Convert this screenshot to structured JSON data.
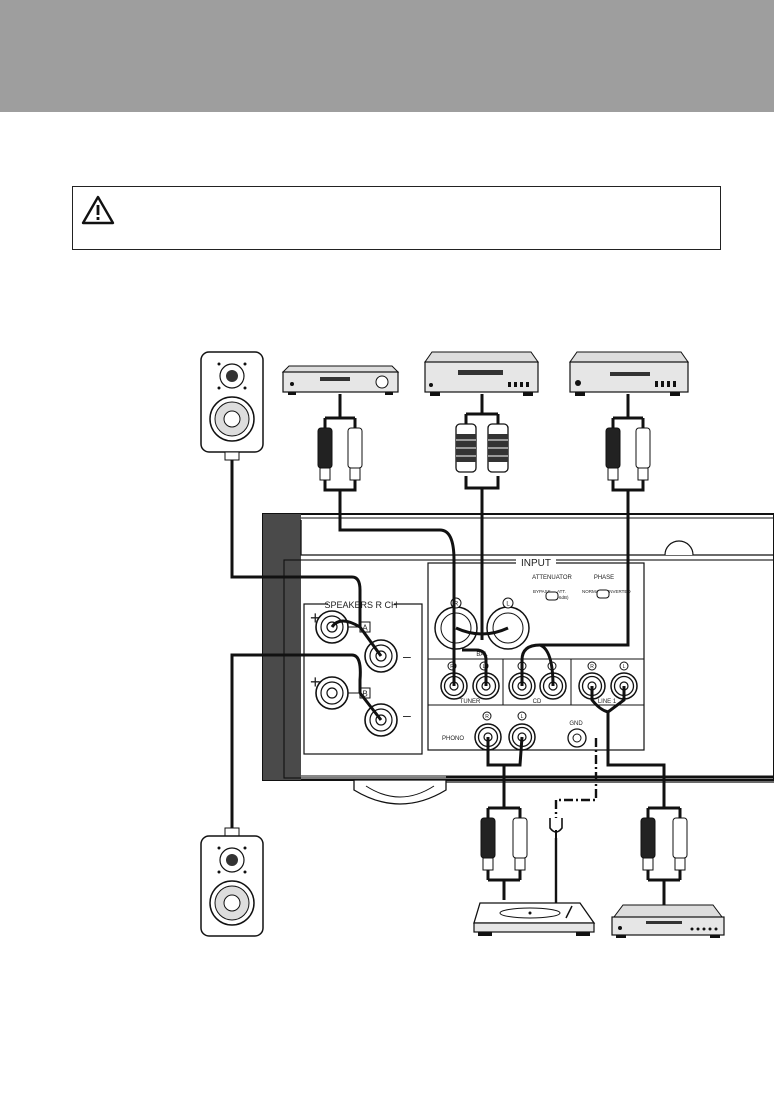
{
  "panel": {
    "input_title": "INPUT",
    "attenuator_title": "ATTENUATOR",
    "attenuator_off": "BYPASS",
    "attenuator_on": "ATT.",
    "attenuator_db": "(-6dB)",
    "phase_title": "PHASE",
    "phase_normal": "NORMAL",
    "phase_inverted": "INVERTED",
    "speakers_title": "SPEAKERS R CH",
    "speaker_a": "A",
    "speaker_b": "B",
    "plus_sign": "+",
    "minus_sign": "–",
    "bal_label": "BAL",
    "tuner_label": "TUNER",
    "cd_label": "CD",
    "line1_label": "LINE 1",
    "phono_label": "PHONO",
    "gnd_label": "GND",
    "r_mark": "R",
    "l_mark": "L"
  },
  "colors": {
    "header_band": "#9e9e9e",
    "cable": "#111111",
    "panel_side": "#4a4a4a",
    "device_face": "#e6e6e6"
  },
  "icons": [
    "warning-triangle-icon",
    "speaker-icon",
    "tuner-device-icon",
    "cd-player-icon",
    "network-player-icon",
    "turntable-icon",
    "disc-player-icon",
    "rca-plug-icon",
    "xlr-plug-icon",
    "ground-plug-icon"
  ]
}
